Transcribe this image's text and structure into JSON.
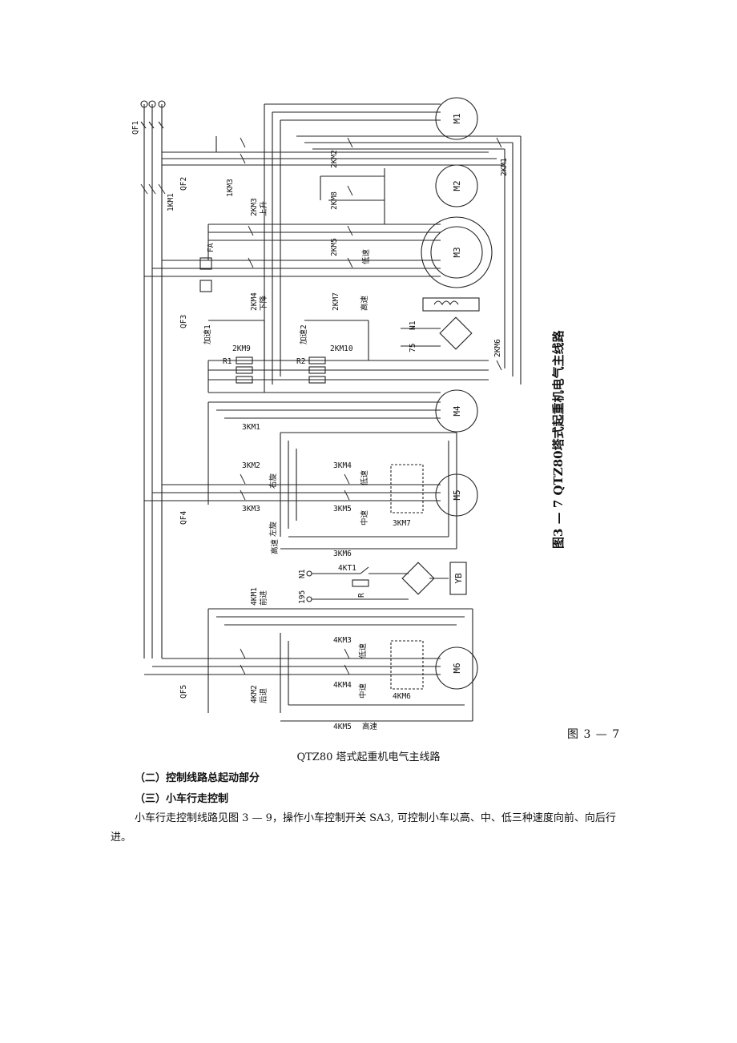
{
  "figure": {
    "vertical_title": "图3 — 7 QTZ80塔式起重机电气主线路",
    "breakers": [
      "QF1",
      "QF2",
      "QF3",
      "QF4",
      "QF5"
    ],
    "motors": [
      "M1",
      "M2",
      "M3",
      "M4",
      "M5",
      "M6",
      "YB"
    ],
    "labels": {
      "k1km1": "1KM1",
      "k1km3": "1KM3",
      "k2km1": "2KM1",
      "k2km2": "2KM2",
      "k2km3": "2KM3",
      "up": "上升",
      "k2km8": "2KM8",
      "k2km5": "2KM5",
      "low1": "低速",
      "fa": "FA",
      "k2km4": "2KM4",
      "down": "下降",
      "k2km7": "2KM7",
      "high1": "高速",
      "n1a": "N1",
      "n75": "75",
      "acc1": "加速1",
      "acc2": "加速2",
      "k2km9": "2KM9",
      "k2km10": "2KM10",
      "k2km6": "2KM6",
      "r1": "R1",
      "r2": "R2",
      "k3km1": "3KM1",
      "k3km2": "3KM2",
      "right": "右旋",
      "k3km4": "3KM4",
      "low2": "低速",
      "k3km3": "3KM3",
      "left": "左旋",
      "k3km5": "3KM5",
      "mid1": "中速",
      "k3km7": "3KM7",
      "high2": "高速",
      "k3km6": "3KM6",
      "n1b": "N1",
      "k4kt1": "4KT1",
      "r": "R",
      "n195": "195",
      "k4km1": "4KM1",
      "fwd": "前进",
      "k4km3": "4KM3",
      "low3": "低速",
      "k4km2": "4KM2",
      "back": "后退",
      "k4km4": "4KM4",
      "mid2": "中速",
      "k4km6": "4KM6",
      "k4km5": "4KM5",
      "high3": "高速"
    }
  },
  "figure_number": "图 3 — 7",
  "caption": "QTZ80 塔式起重机电气主线路",
  "headings": [
    "（二）控制线路总起动部分",
    "（三）小车行走控制"
  ],
  "paragraph": "小车行走控制线路见图 3 — 9，操作小车控制开关 SA3, 可控制小车以高、中、低三种速度向前、向后行进。"
}
